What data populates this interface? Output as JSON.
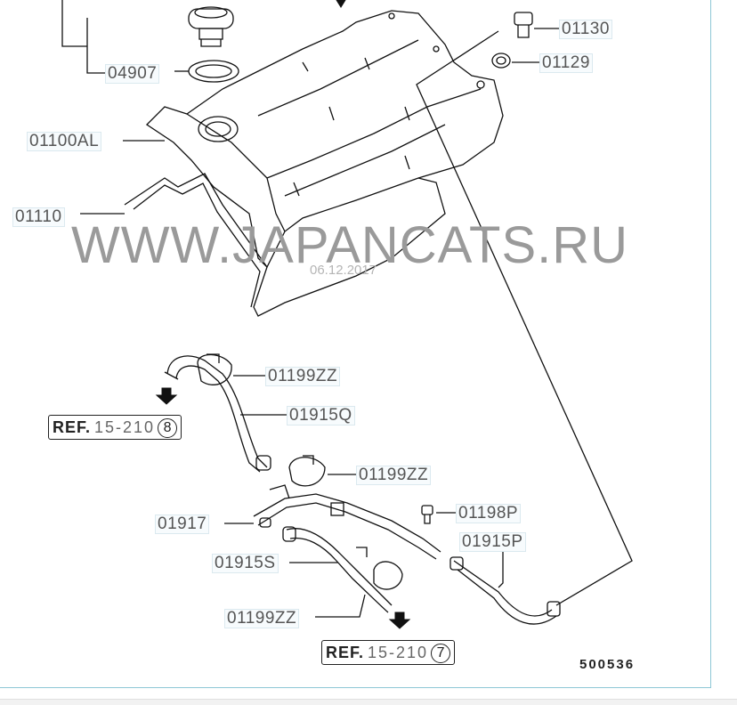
{
  "labels": {
    "p04907": "04907",
    "p01130": "01130",
    "p01129": "01129",
    "p01100AL": "01100AL",
    "p01110": "01110",
    "p01199ZZ_a": "01199ZZ",
    "p01915Q": "01915Q",
    "p01199ZZ_b": "01199ZZ",
    "p01198P": "01198P",
    "p01917": "01917",
    "p01915P": "01915P",
    "p01915S": "01915S",
    "p01199ZZ_c": "01199ZZ"
  },
  "refs": {
    "ref8": {
      "word": "REF.",
      "number": "15-210",
      "circle": "8"
    },
    "ref7": {
      "word": "REF.",
      "number": "15-210",
      "circle": "7"
    }
  },
  "watermark": {
    "text": "WWW.JAPANCATS.RU",
    "date": "06.12.2017"
  },
  "diagram_code": "500536"
}
